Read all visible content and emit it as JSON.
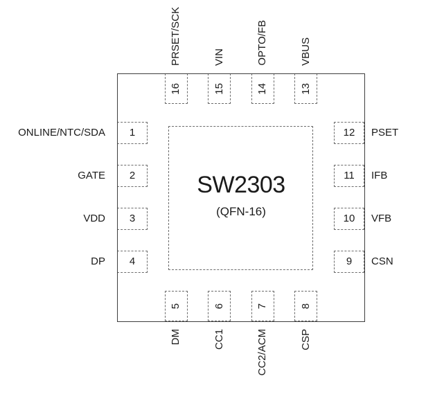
{
  "diagram": {
    "chip_name": "SW2303",
    "package": "(QFN-16)"
  },
  "pins": {
    "left": [
      {
        "number": "1",
        "label": "ONLINE/NTC/SDA"
      },
      {
        "number": "2",
        "label": "GATE"
      },
      {
        "number": "3",
        "label": "VDD"
      },
      {
        "number": "4",
        "label": "DP"
      }
    ],
    "top": [
      {
        "number": "16",
        "label": "PRSET/SCK"
      },
      {
        "number": "15",
        "label": "VIN"
      },
      {
        "number": "14",
        "label": "OPTO/FB"
      },
      {
        "number": "13",
        "label": "VBUS"
      }
    ],
    "right": [
      {
        "number": "12",
        "label": "PSET"
      },
      {
        "number": "11",
        "label": "IFB"
      },
      {
        "number": "10",
        "label": "VFB"
      },
      {
        "number": "9",
        "label": "CSN"
      }
    ],
    "bottom": [
      {
        "number": "5",
        "label": "DM"
      },
      {
        "number": "6",
        "label": "CC1"
      },
      {
        "number": "7",
        "label": "CC2/ACM"
      },
      {
        "number": "8",
        "label": "CSP"
      }
    ]
  },
  "colors": {
    "outline": "#3d3d3d",
    "dashed_line": "#6b6b6b",
    "text": "#1a1a1a",
    "background": "#ffffff"
  }
}
